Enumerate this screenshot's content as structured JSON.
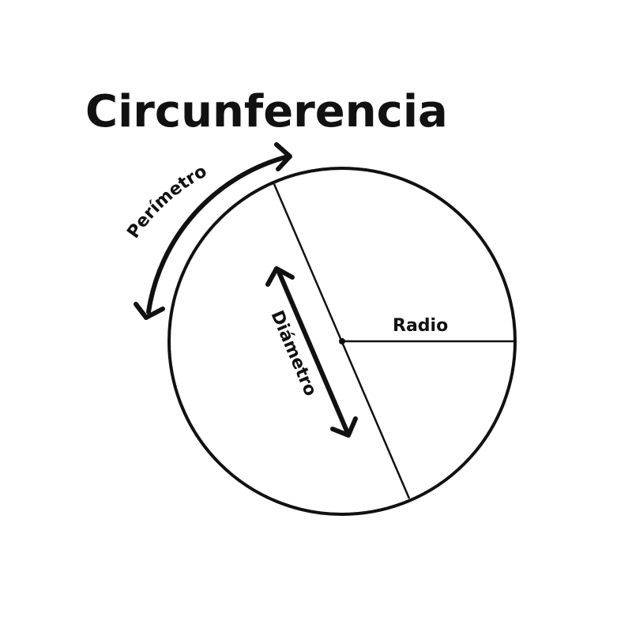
{
  "title": "Circunferencia",
  "labels": {
    "perimeter": "Perímetro",
    "diameter": "Diámetro",
    "radius": "Radio"
  },
  "colors": {
    "stroke": "#111111",
    "background": "#ffffff"
  }
}
